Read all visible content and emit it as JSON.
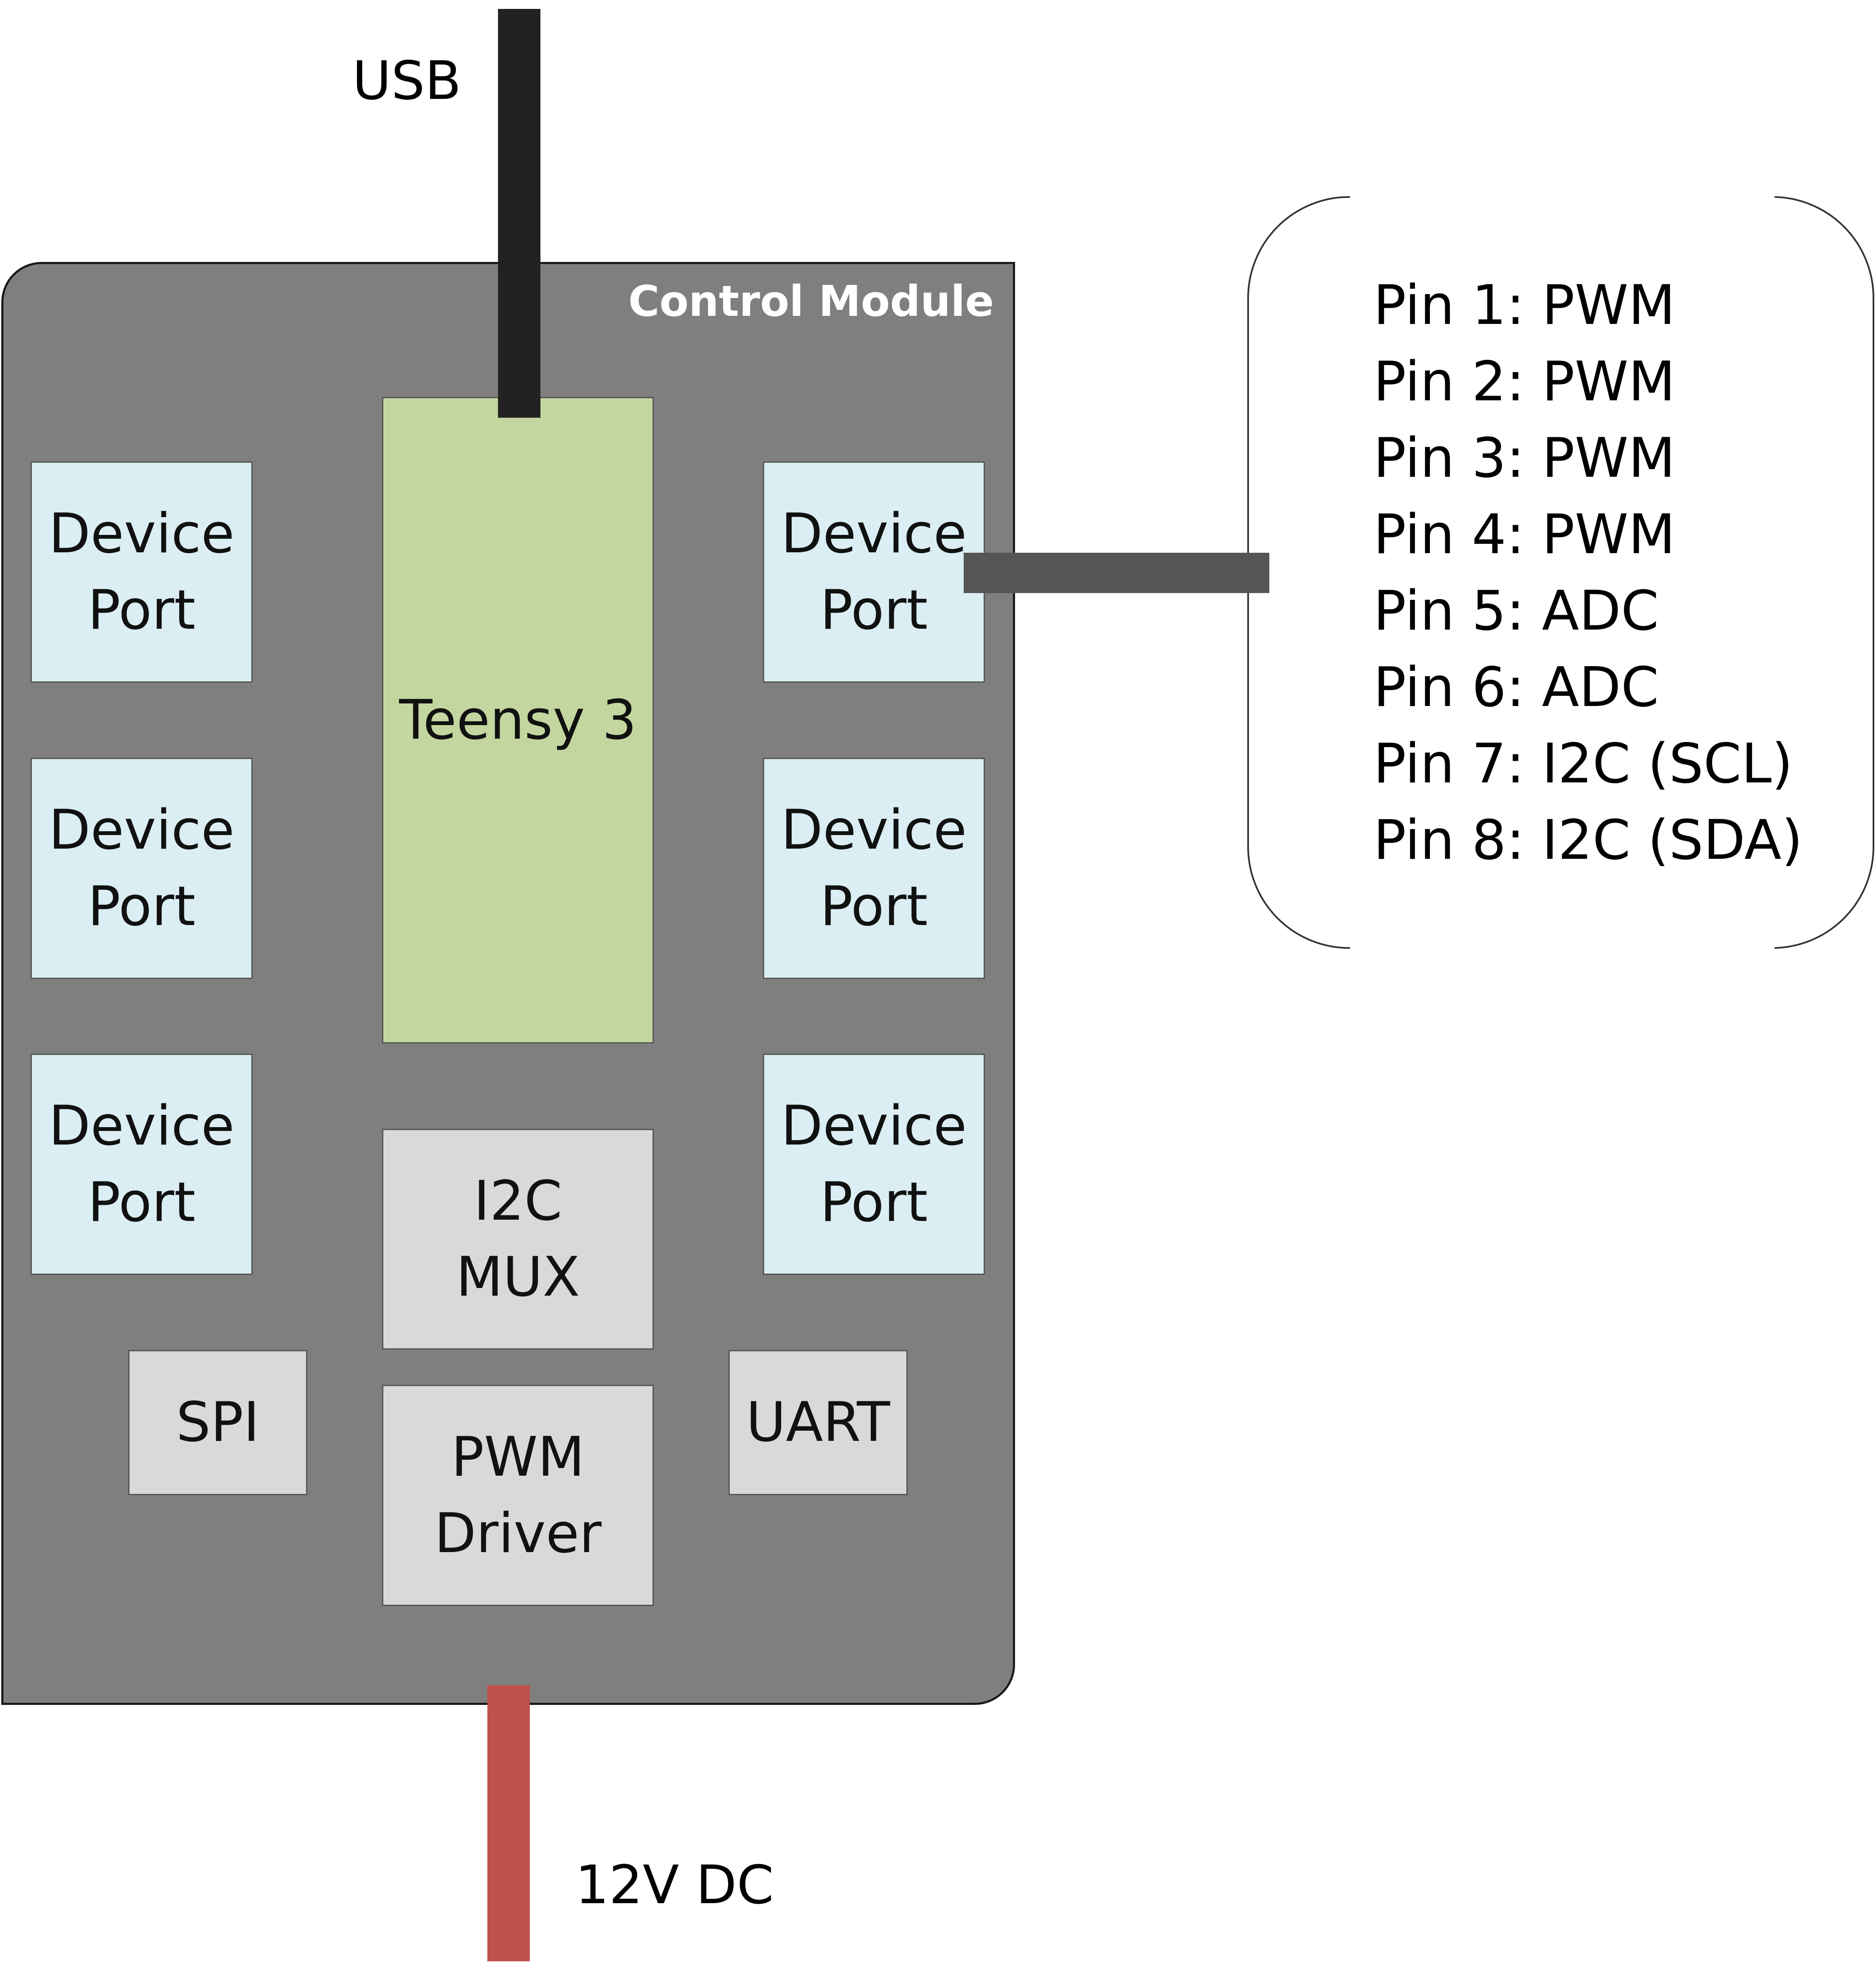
{
  "cables": {
    "usb_label": "USB",
    "power_label": "12V DC",
    "usb_color": "#222222",
    "power_color": "#c0504d",
    "link_color": "#555555"
  },
  "module": {
    "title": "Control Module",
    "body_color": "#7f7f7f",
    "microcontroller": "Teensy 3",
    "device_ports": [
      "Device\nPort",
      "Device\nPort",
      "Device\nPort",
      "Device\nPort",
      "Device\nPort",
      "Device\nPort"
    ],
    "i2c_mux": "I2C\nMUX",
    "pwm_driver": "PWM\nDriver",
    "spi": "SPI",
    "uart": "UART"
  },
  "pinout": [
    "Pin 1: PWM",
    "Pin 2: PWM",
    "Pin 3: PWM",
    "Pin 4: PWM",
    "Pin 5: ADC",
    "Pin 6: ADC",
    "Pin 7: I2C (SCL)",
    "Pin 8: I2C (SDA)"
  ]
}
